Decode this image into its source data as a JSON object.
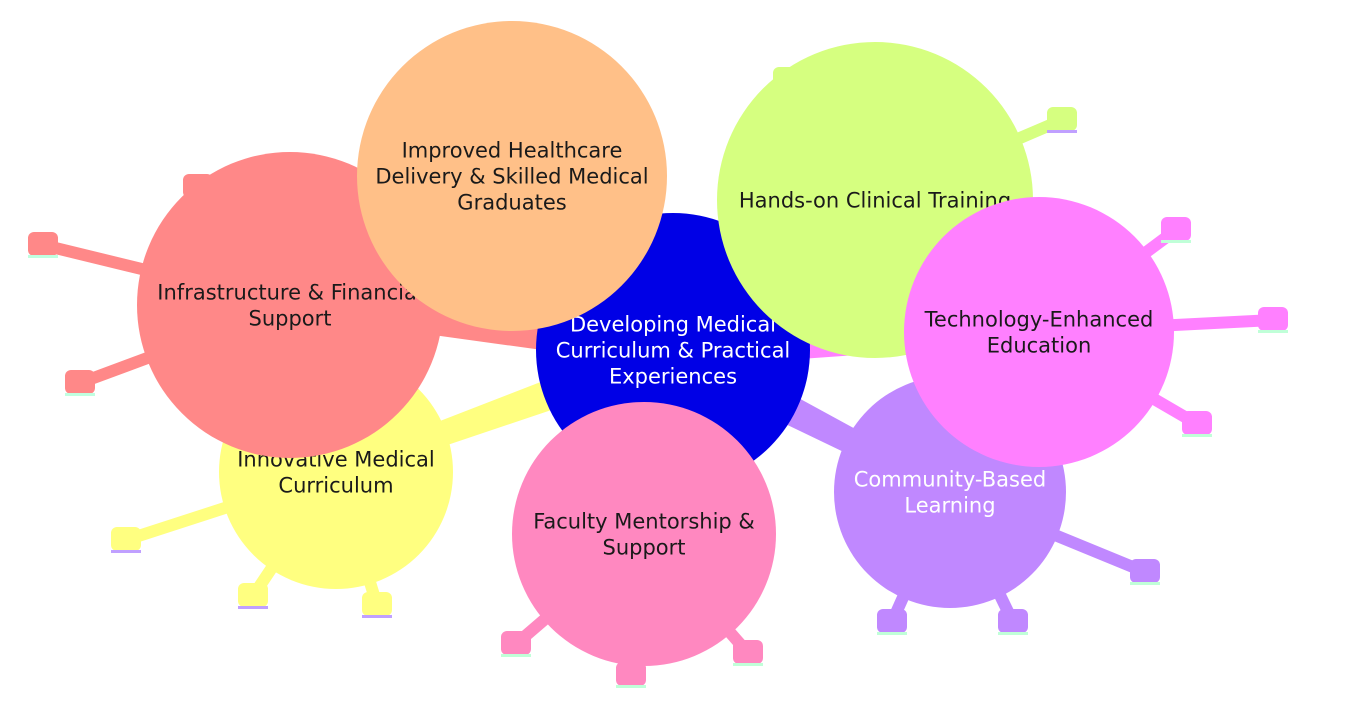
{
  "colors": {
    "background": "#ffffff",
    "center": "#0000e6",
    "innovative": "#ffff80",
    "infrastructure": "#ff8888",
    "improved": "#ffc088",
    "faculty": "#ff88c0",
    "hands_on": "#d6ff80",
    "community": "#c088ff",
    "technology": "#ff80ff",
    "text_dark": "#1a1a1a",
    "text_light": "#ffffff"
  },
  "mindmap": {
    "center": {
      "lines": [
        "Developing Medical",
        "Curriculum & Practical",
        "Experiences"
      ]
    },
    "nodes": [
      {
        "id": "innovative",
        "lines": [
          "Innovative Medical",
          "Curriculum"
        ]
      },
      {
        "id": "faculty",
        "lines": [
          "Faculty Mentorship &",
          "Support"
        ]
      },
      {
        "id": "community",
        "lines": [
          "Community-Based",
          "Learning"
        ]
      },
      {
        "id": "infrastructure",
        "lines": [
          "Infrastructure & Financial",
          "Support"
        ]
      },
      {
        "id": "improved",
        "lines": [
          "Improved Healthcare",
          "Delivery & Skilled Medical",
          "Graduates"
        ]
      },
      {
        "id": "hands_on",
        "lines": [
          "Hands-on Clinical Training"
        ]
      },
      {
        "id": "technology",
        "lines": [
          "Technology-Enhanced",
          "Education"
        ]
      }
    ]
  }
}
